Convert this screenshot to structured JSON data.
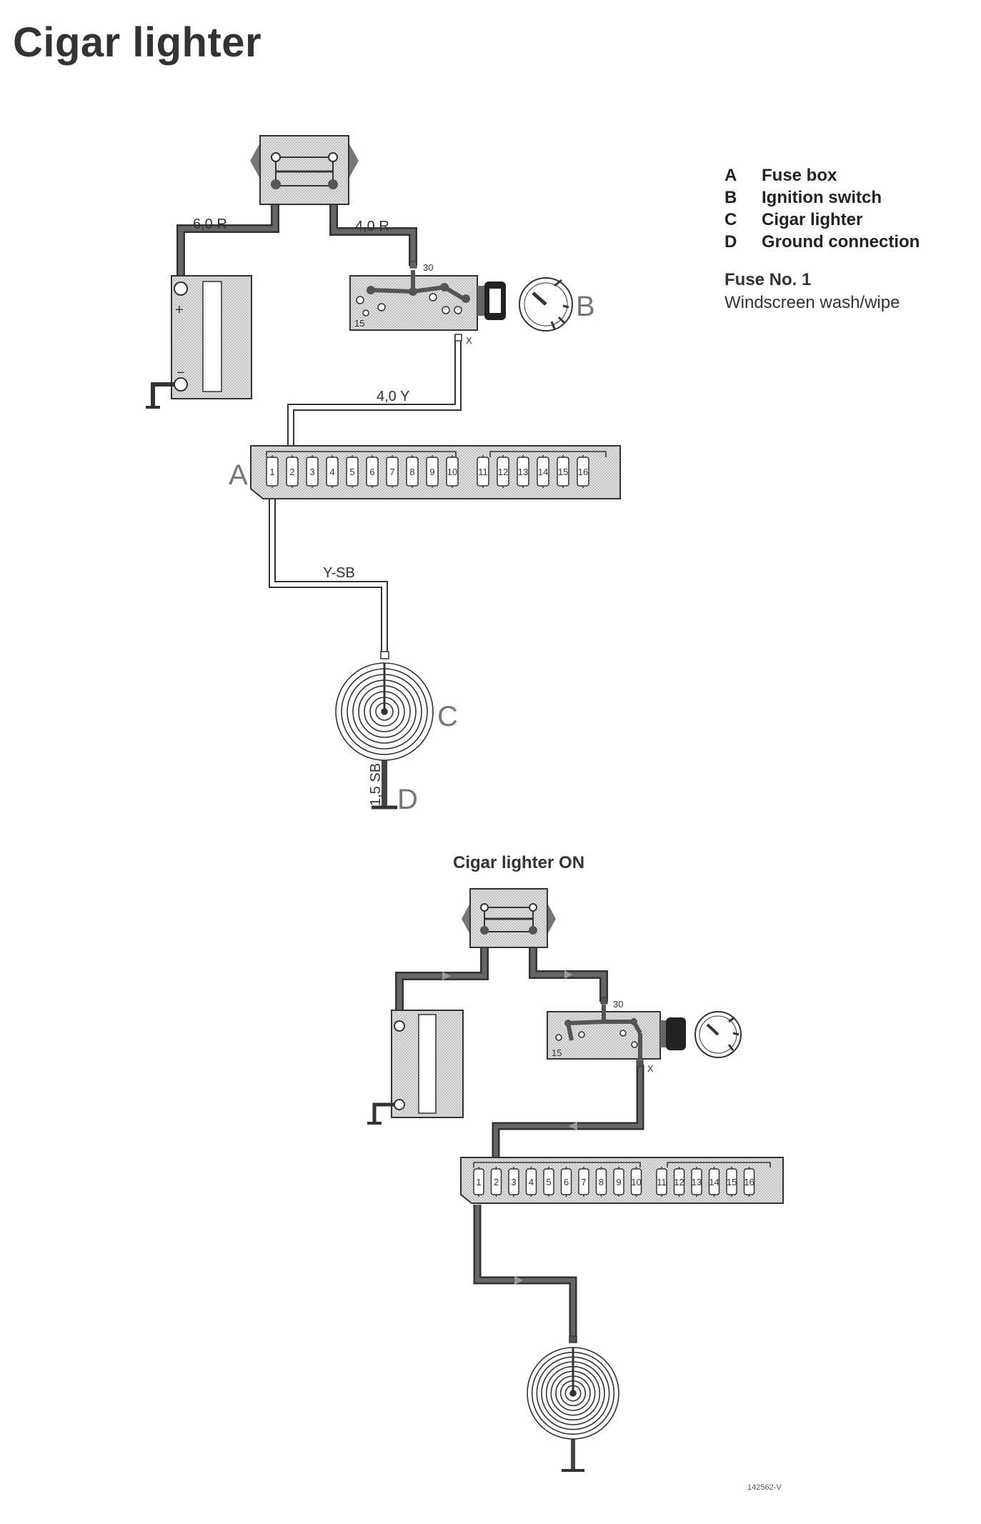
{
  "title": "Cigar lighter",
  "legend": [
    {
      "key": "A",
      "label": "Fuse box"
    },
    {
      "key": "B",
      "label": "Ignition switch"
    },
    {
      "key": "C",
      "label": "Cigar lighter"
    },
    {
      "key": "D",
      "label": "Ground connection"
    }
  ],
  "fuse_note": {
    "number": "Fuse No. 1",
    "description": "Windscreen wash/wipe"
  },
  "wires": {
    "battery_feed": "6,0 R",
    "switch_feed": "4,0 R",
    "fuse_feed": "4,0 Y",
    "lighter_feed": "Y-SB",
    "ground": "1,5 SB"
  },
  "terminals": {
    "t30": "30",
    "t15": "15",
    "tx": "X"
  },
  "component_labels": {
    "a": "A",
    "b": "B",
    "c": "C",
    "d": "D"
  },
  "battery_marks": {
    "plus": "+",
    "minus": "−"
  },
  "fuses": [
    "1",
    "2",
    "3",
    "4",
    "5",
    "6",
    "7",
    "8",
    "9",
    "10",
    "11",
    "12",
    "13",
    "14",
    "15",
    "16"
  ],
  "subtitle": "Cigar lighter ON",
  "figure_number": "142562-V",
  "colors": {
    "wire_dark": "#555555",
    "wire_light": "#c8c8c8",
    "stipple": "#d6d6d6",
    "ink": "#333333"
  }
}
